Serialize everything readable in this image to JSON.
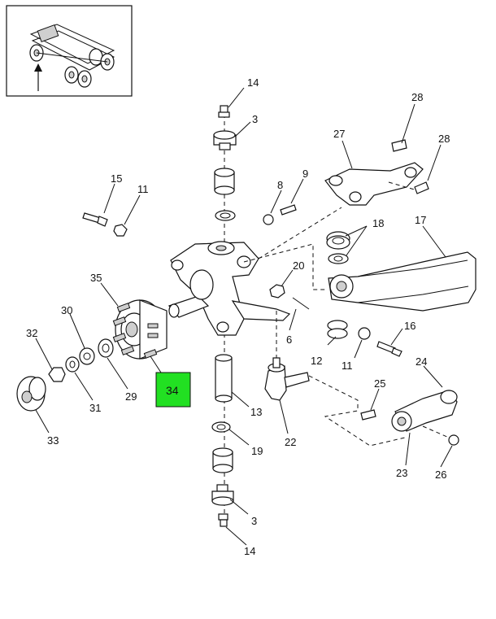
{
  "diagram": {
    "highlighted_part": "34",
    "highlight_color": "#22e022",
    "callouts": {
      "c14a": "14",
      "c3a": "3",
      "c28a": "28",
      "c27": "27",
      "c28b": "28",
      "c15": "15",
      "c11a": "11",
      "c8": "8",
      "c9": "9",
      "c18": "18",
      "c17": "17",
      "c35": "35",
      "c20": "20",
      "c30": "30",
      "c32": "32",
      "c16": "16",
      "c6": "6",
      "c12": "12",
      "c11b": "11",
      "c24": "24",
      "c29": "29",
      "c31": "31",
      "c33": "33",
      "c13": "13",
      "c25": "25",
      "c22": "22",
      "c19": "19",
      "c23": "23",
      "c26": "26",
      "c3b": "3",
      "c14b": "14",
      "c34": "34"
    }
  }
}
